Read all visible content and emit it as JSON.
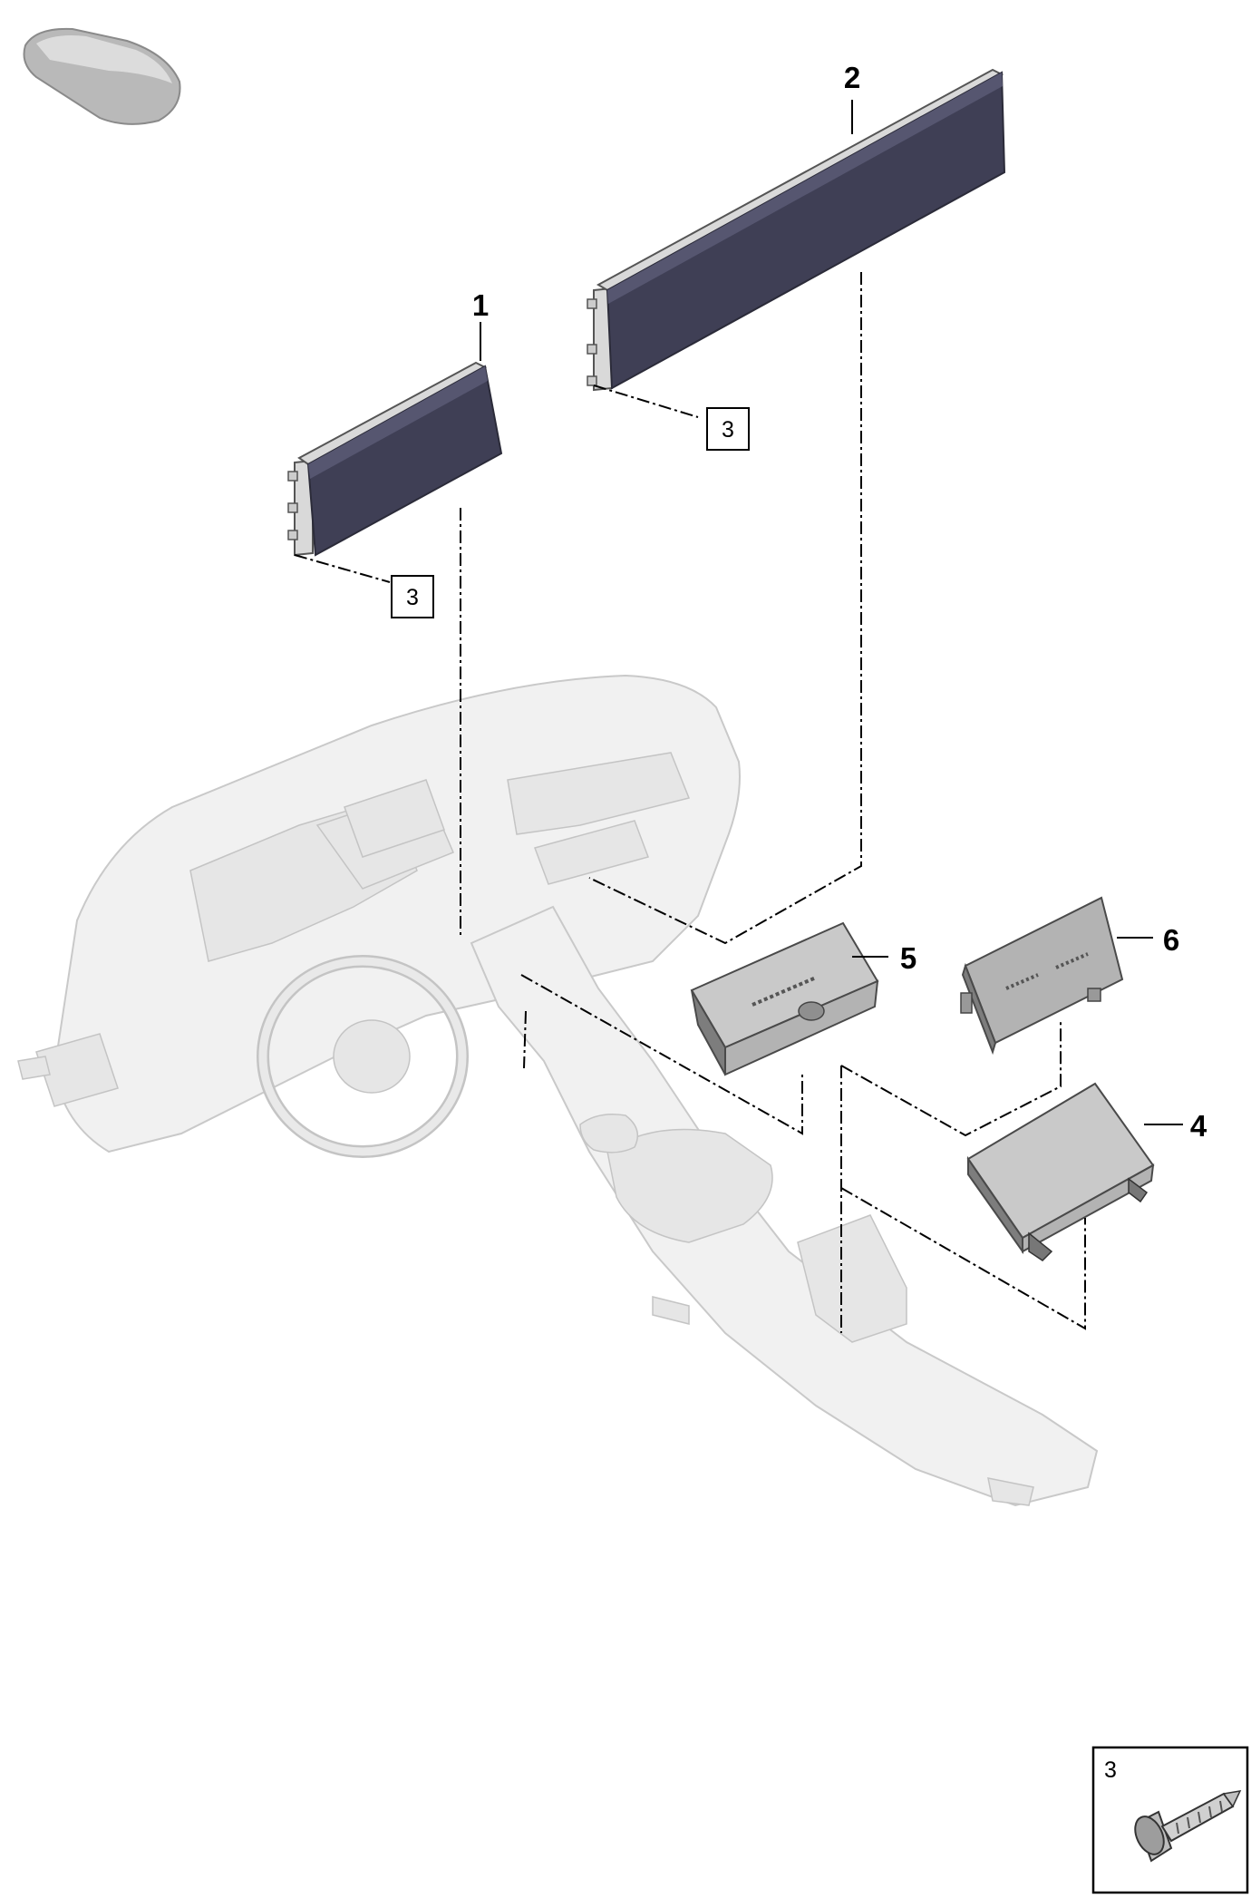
{
  "callouts": {
    "c1": "1",
    "c2": "2",
    "c3a": "3",
    "c3b": "3",
    "c4": "4",
    "c5": "5",
    "c6": "6"
  },
  "legend": {
    "number": "3",
    "icon": "screw-icon"
  },
  "thumbnail_icon": "car-model-icon",
  "colors": {
    "screen": "#3f3f55",
    "module": "#b3b3b3",
    "ghost": "#f1f1f1"
  }
}
